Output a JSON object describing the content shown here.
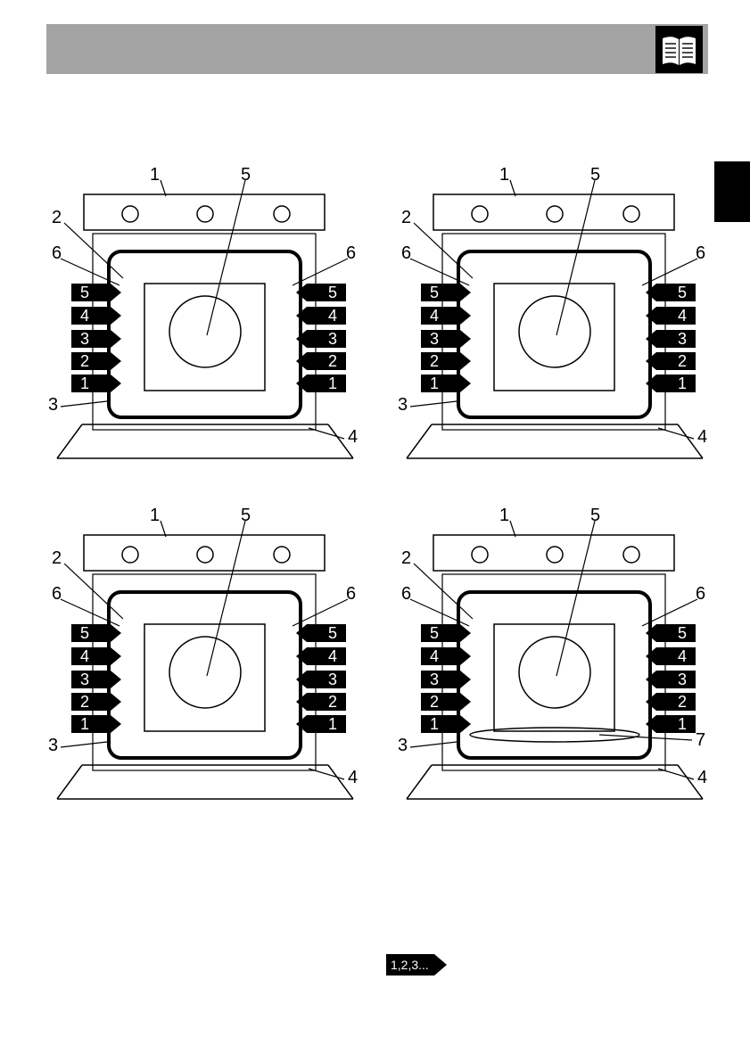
{
  "header": {
    "icon": "open-book-icon"
  },
  "panels": [
    {
      "labels": {
        "c1": "1",
        "c2": "2",
        "c3": "3",
        "c4": "4",
        "c5": "5",
        "c6l": "6",
        "c6r": "6"
      },
      "levels": [
        "5",
        "4",
        "3",
        "2",
        "1"
      ]
    },
    {
      "labels": {
        "c1": "1",
        "c2": "2",
        "c3": "3",
        "c4": "4",
        "c5": "5",
        "c6l": "6",
        "c6r": "6"
      },
      "levels": [
        "5",
        "4",
        "3",
        "2",
        "1"
      ]
    },
    {
      "labels": {
        "c1": "1",
        "c2": "2",
        "c3": "3",
        "c4": "4",
        "c5": "5",
        "c6l": "6",
        "c6r": "6"
      },
      "levels": [
        "5",
        "4",
        "3",
        "2",
        "1"
      ]
    },
    {
      "labels": {
        "c1": "1",
        "c2": "2",
        "c3": "3",
        "c4": "4",
        "c5": "5",
        "c6l": "6",
        "c6r": "6",
        "c7": "7"
      },
      "levels": [
        "5",
        "4",
        "3",
        "2",
        "1"
      ]
    }
  ],
  "footer": {
    "continue_label": "1,2,3..."
  },
  "colors": {
    "header_bar": "#a4a4a4",
    "ink": "#000000"
  }
}
